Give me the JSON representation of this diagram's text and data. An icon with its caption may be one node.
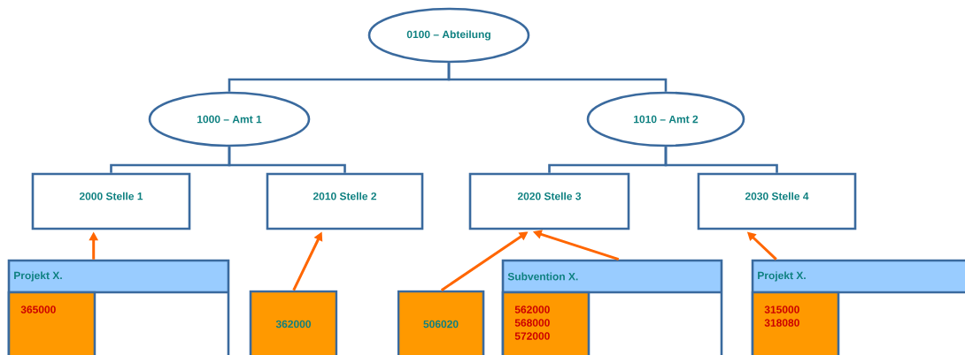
{
  "diagram": {
    "nodes": [
      {
        "text": [
          "0100 – Abteilung"
        ]
      },
      {
        "text": [
          "1000 – Amt 1"
        ]
      },
      {
        "text": [
          "1010 – Amt 2"
        ]
      },
      {
        "text": [
          "2000 Stelle 1"
        ]
      },
      {
        "text": [
          "2010 Stelle 2"
        ]
      },
      {
        "text": [
          "2020 Stelle 3"
        ]
      },
      {
        "text": [
          "2030 Stelle 4"
        ]
      },
      {
        "text": [
          "Projekt X."
        ]
      },
      {
        "text": [
          "365000"
        ],
        "in": 7
      },
      {
        "text": [
          "362000"
        ]
      },
      {
        "text": [
          "506020"
        ]
      },
      {
        "text": [
          "Subvention X."
        ]
      },
      {
        "text": [
          "562000",
          "568000",
          "572000"
        ],
        "in": 11
      },
      {
        "text": [
          "Projekt X."
        ]
      },
      {
        "text": [
          "315000",
          "318080"
        ],
        "in": 13
      }
    ],
    "edges": [
      {
        "from": 0,
        "to": 1,
        "arrow": "none"
      },
      {
        "from": 0,
        "to": 2,
        "arrow": "none"
      },
      {
        "from": 1,
        "to": 3,
        "arrow": "none"
      },
      {
        "from": 1,
        "to": 4,
        "arrow": "none"
      },
      {
        "from": 2,
        "to": 5,
        "arrow": "none"
      },
      {
        "from": 2,
        "to": 6,
        "arrow": "none"
      },
      {
        "from": 7,
        "to": 3,
        "arrow": "to",
        "color": "#ff6600"
      },
      {
        "from": 9,
        "to": 4,
        "arrow": "to",
        "color": "#ff6600"
      },
      {
        "from": 10,
        "to": 5,
        "arrow": "to",
        "color": "#ff6600"
      },
      {
        "from": 11,
        "to": 5,
        "arrow": "to",
        "color": "#ff6600"
      },
      {
        "from": 13,
        "to": 6,
        "arrow": "to",
        "color": "#ff6600"
      }
    ]
  }
}
